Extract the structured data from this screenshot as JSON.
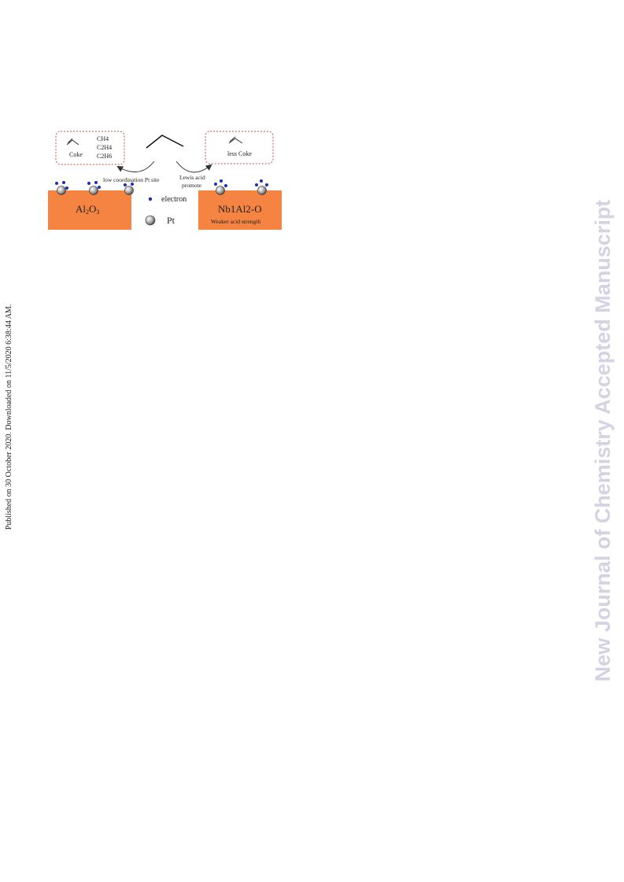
{
  "side_text": "Published on 30 October 2020. Downloaded on 11/5/2020 6:38:44 AM.",
  "watermark": "New Journal of Chemistry Accepted Manuscript",
  "diagram": {
    "left_box": {
      "molecule_label": "Coke",
      "products": [
        "CH4",
        "C2H4",
        "C2H6"
      ]
    },
    "right_box": {
      "label": "less Coke"
    },
    "arrow_left_label": "low coordination Pt site",
    "arrow_right_label_1": "Lewis acid",
    "arrow_right_label_2": "promote",
    "legend": {
      "electron": "electron",
      "pt": "Pt"
    },
    "support_left": {
      "label_main": "Al",
      "sub1": "2",
      "label_mid": "O",
      "sub2": "3"
    },
    "support_right": {
      "label": "Nb1Al2-O",
      "sublabel": "Weaker acid strength"
    },
    "colors": {
      "support": "#f58442",
      "box_border": "#c0504d",
      "electron": "#1a2fb5",
      "pt_sphere": "#8f8f8f"
    }
  }
}
